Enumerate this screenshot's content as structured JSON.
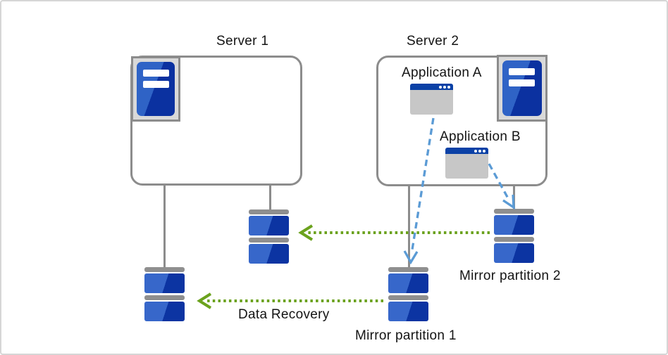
{
  "colors": {
    "canvas-border": "#d6d6d6",
    "box-border-gray": "#8c8c8c",
    "connector-gray": "#8c8c8c",
    "icon-frame-bg": "#d9d9d9",
    "tower-blue-light": "#2f63c6",
    "tower-blue-dark": "#0b31a0",
    "disk-blue-light": "#3767ca",
    "disk-blue-dark": "#0c34a2",
    "disk-cap-gray": "#8f8f8f",
    "window-titlebar-blue": "#0b41a6",
    "window-body-gray": "#c7c7c7",
    "dashed-arrow-blue": "#5b9bd5",
    "dotted-arrow-green": "#6ba21d",
    "label-text": "#141414"
  },
  "labels": {
    "server1": "Server 1",
    "server2": "Server 2",
    "application_a": "Application A",
    "application_b": "Application B",
    "mirror_partition_1": "Mirror partition 1",
    "mirror_partition_2": "Mirror partition 2",
    "data_recovery": "Data Recovery"
  },
  "diagram": {
    "nodes": [
      {
        "id": "server1",
        "label": "Server 1",
        "icon": "server-tower"
      },
      {
        "id": "server2",
        "label": "Server 2",
        "icon": "server-tower"
      },
      {
        "id": "application-a",
        "label": "Application A",
        "icon": "app-window"
      },
      {
        "id": "application-b",
        "label": "Application B",
        "icon": "app-window"
      },
      {
        "id": "server1-left-disk",
        "label": "",
        "icon": "disk"
      },
      {
        "id": "server1-middle-disk",
        "label": "",
        "icon": "disk"
      },
      {
        "id": "mirror-partition-1",
        "label": "Mirror partition 1",
        "icon": "disk"
      },
      {
        "id": "mirror-partition-2",
        "label": "Mirror partition 2",
        "icon": "disk"
      }
    ],
    "arrows": [
      {
        "style": "dashed",
        "color": "blue",
        "from": "application-a",
        "to": "mirror-partition-1"
      },
      {
        "style": "dashed",
        "color": "blue",
        "from": "application-b",
        "to": "mirror-partition-2"
      },
      {
        "style": "dotted",
        "color": "green",
        "from": "mirror-partition-2",
        "to": "server1-middle-disk",
        "label": ""
      },
      {
        "style": "dotted",
        "color": "green",
        "from": "mirror-partition-1",
        "to": "server1-left-disk",
        "label": "Data Recovery"
      }
    ]
  }
}
